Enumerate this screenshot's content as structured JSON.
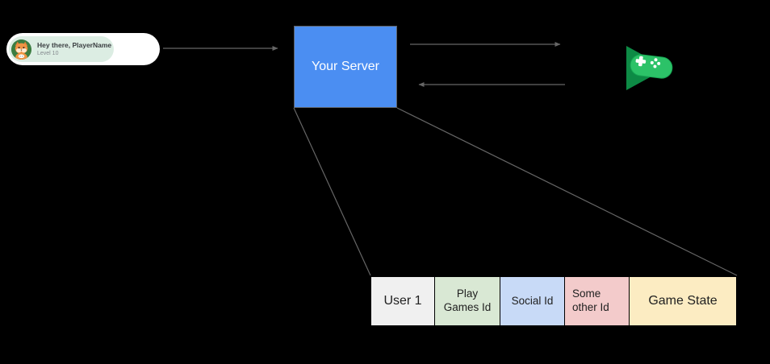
{
  "scene": {
    "background": "#000000",
    "connector_color": "#666666"
  },
  "player_card": {
    "greeting": "Hey there, PlayerName",
    "level": "Level 10",
    "card_bg": "#ffffff",
    "inner_bg": "#dcede3",
    "avatar_icon": "fox-character-avatar",
    "avatar_bg": "#3c7d41"
  },
  "server": {
    "label": "Your Server",
    "bg": "#4b8ef2",
    "text_color": "#ffffff"
  },
  "play_games": {
    "icon": "google-play-games-logo",
    "triangle_color": "#0d8a45",
    "gamepad_color": "#2cc268"
  },
  "user_table": {
    "cells": [
      {
        "label": "User 1",
        "bg": "#f0f0f0"
      },
      {
        "label": "Play Games Id",
        "bg": "#d9e8d4"
      },
      {
        "label": "Social Id",
        "bg": "#c8daf7"
      },
      {
        "label": "Some other Id",
        "bg": "#f3cbcb"
      },
      {
        "label": "Game State",
        "bg": "#fcecc2"
      }
    ]
  }
}
